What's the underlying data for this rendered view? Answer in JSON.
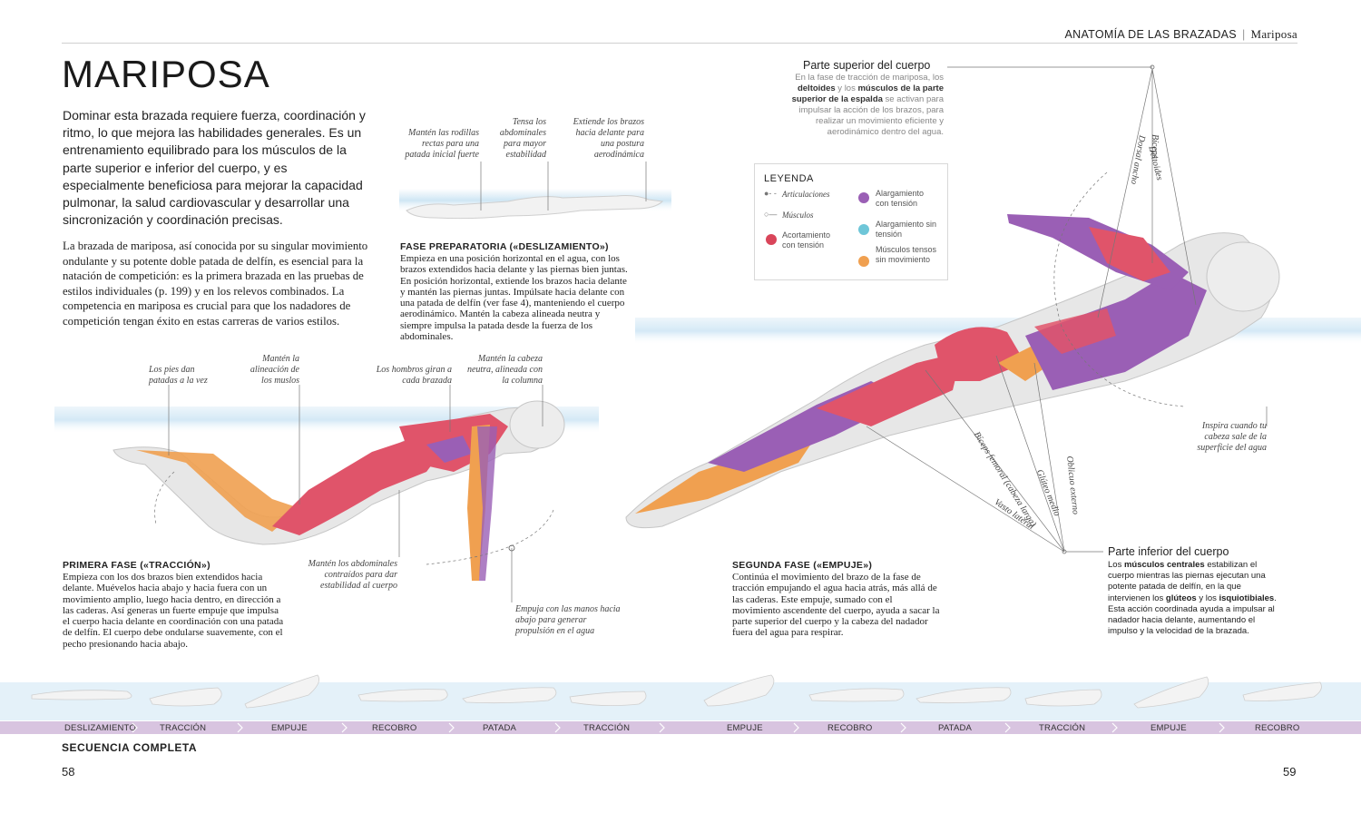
{
  "header": {
    "section": "ANATOMÍA DE LAS BRAZADAS",
    "subsection": "Mariposa"
  },
  "page_title": "MARIPOSA",
  "intro": "Dominar esta brazada requiere fuerza, coordinación y ritmo, lo que mejora las habilidades generales. Es un entrenamiento equilibrado para los músculos de la parte superior e inferior del cuerpo, y es especialmente beneficiosa para mejorar la capacidad pulmonar, la salud cardiovascular y desarrollar una sincronización y coordinación precisas.",
  "body_text": "La brazada de mariposa, así conocida por su singular movimiento ondulante y su potente doble patada de delfín, es esencial para la natación de competición: es la primera brazada en las pruebas de estilos individuales (p. 199) y en los relevos combinados. La competencia en mariposa es crucial para que los nadadores de competición tengan éxito en estas carreras de varios estilos.",
  "prep": {
    "annotations": {
      "knees": "Mantén las rodillas rectas para una patada inicial fuerte",
      "abs": "Tensa los abdominales para mayor estabilidad",
      "arms": "Extiende los brazos hacia delante para una postura aerodinámica"
    },
    "title": "FASE PREPARATORIA («DESLIZAMIENTO»)",
    "body": "Empieza en una posición horizontal en el agua, con los brazos extendidos hacia delante y las piernas bien juntas. En posición horizontal, extiende los brazos hacia delante y mantén las piernas juntas. Impúlsate hacia delante con una patada de delfín (ver fase 4), manteniendo el cuerpo aerodinámico. Mantén la cabeza alineada neutra y siempre impulsa la patada desde la fuerza de los abdominales."
  },
  "phase1": {
    "annotations": {
      "feet": "Los pies dan patadas a la vez",
      "thighs": "Mantén la alineación de los muslos",
      "shoulders": "Los hombros giran a cada brazada",
      "head": "Mantén la cabeza neutra, alineada con la columna",
      "abs": "Mantén los abdominales contraídos para dar estabilidad al cuerpo",
      "push": "Empuja con las manos hacia abajo para generar propulsión en el agua"
    },
    "title": "PRIMERA FASE («TRACCIÓN»)",
    "body": "Empieza con los dos brazos bien extendidos hacia delante. Muévelos hacia abajo y hacia fuera con un movimiento amplio, luego hacia dentro, en dirección a las caderas. Así generas un fuerte empuje que impulsa el cuerpo hacia delante en coordinación con una patada de delfín. El cuerpo debe ondularse suavemente, con el pecho presionando hacia abajo."
  },
  "legend": {
    "title": "LEYENDA",
    "joints": "Articulaciones",
    "muscles": "Músculos",
    "items": [
      {
        "label": "Acortamiento con tensión",
        "color": "#d9455a"
      },
      {
        "label": "Alargamiento con tensión",
        "color": "#9a5fb5"
      },
      {
        "label": "Alargamiento sin tensión",
        "color": "#6ec6d8"
      },
      {
        "label": "Músculos tensos sin movimiento",
        "color": "#f0a050"
      }
    ]
  },
  "upper_body": {
    "title": "Parte superior del cuerpo",
    "body_1": "En la fase de tracción de mariposa, los",
    "strong_1": "deltoides",
    "body_2": " y los ",
    "strong_2": "músculos de la parte superior de la espalda",
    "body_3": " se activan para impulsar la acción de los brazos, para realizar un movimiento eficiente y aerodinámico dentro del agua."
  },
  "muscles": {
    "deltoides": "Deltoides",
    "biceps": "Bíceps",
    "dorsal": "Dorsal ancho",
    "biceps_femoral": "Bíceps femoral (cabeza larga)",
    "vasto": "Vasto lateral",
    "gluteo": "Glúteo medio",
    "oblicuo": "Oblicuo externo"
  },
  "breathe": "Inspira cuando tu cabeza sale de la superficie del agua",
  "phase2": {
    "title": "SEGUNDA FASE («EMPUJE»)",
    "body": "Continúa el movimiento del brazo de la fase de tracción empujando el agua hacia atrás, más allá de las caderas. Este empuje, sumado con el movimiento ascendente del cuerpo, ayuda a sacar la parte superior del cuerpo y la cabeza del nadador fuera del agua para respirar."
  },
  "lower_body": {
    "title": "Parte inferior del cuerpo",
    "s1": "Los ",
    "b1": "músculos centrales",
    "s2": " estabilizan el cuerpo mientras las piernas ejecutan una potente patada de delfín, en la que intervienen los ",
    "b2": "glúteos",
    "s3": " y los ",
    "b3": "isquiotibiales",
    "s4": ". Esta acción coordinada ayuda a impulsar al nadador hacia delante, aumentando el impulso y la velocidad de la brazada."
  },
  "sequence": {
    "labels": [
      "DESLIZAMIENTO",
      "TRACCIÓN",
      "EMPUJE",
      "RECOBRO",
      "PATADA",
      "TRACCIÓN",
      "EMPUJE",
      "RECOBRO",
      "PATADA",
      "TRACCIÓN",
      "EMPUJE",
      "RECOBRO"
    ],
    "title": "SECUENCIA COMPLETA"
  },
  "page_numbers": {
    "left": "58",
    "right": "59"
  },
  "colors": {
    "red_muscle": "#e0546a",
    "purple_muscle": "#9a5fb5",
    "orange_muscle": "#f0a050",
    "water": "#d6eaf6",
    "sequence_bar": "#d8c4e0"
  }
}
